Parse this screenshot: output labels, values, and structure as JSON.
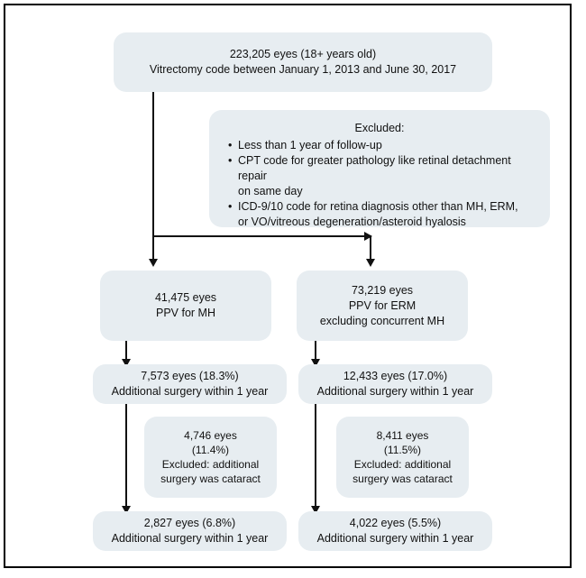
{
  "figure": {
    "title": "Vitrectomy cohort selection flow diagram",
    "box_fill": "#e7edf1",
    "line_color": "#111111",
    "frame_color": "#000000"
  },
  "nodes": {
    "cohort": {
      "line1": "223,205 eyes (18+ years old)",
      "line2": "Vitrectomy code between January 1, 2013 and June 30, 2017"
    },
    "excluded": {
      "header": "Excluded:",
      "items": [
        {
          "l1": "Less than 1 year of follow-up",
          "l2": ""
        },
        {
          "l1": "CPT code for greater pathology like retinal detachment repair",
          "l2": "on same day"
        },
        {
          "l1": "ICD-9/10 code for retina diagnosis other than MH, ERM,",
          "l2": "or VO/vitreous degeneration/asteroid hyalosis"
        }
      ]
    },
    "mh_cohort": {
      "line1": "41,475 eyes",
      "line2": "PPV for MH",
      "line3": ""
    },
    "erm_cohort": {
      "line1": "73,219 eyes",
      "line2": "PPV for ERM",
      "line3": "excluding concurrent MH"
    },
    "mh_surgery": {
      "line1": "7,573 eyes (18.3%)",
      "line2": "Additional surgery within 1 year"
    },
    "erm_surgery": {
      "line1": "12,433 eyes (17.0%)",
      "line2": "Additional surgery within 1 year"
    },
    "mh_cataract_excluded": {
      "line1": "4,746 eyes",
      "line2": "(11.4%)",
      "line3": "Excluded: additional",
      "line4": "surgery was cataract"
    },
    "erm_cataract_excluded": {
      "line1": "8,411 eyes",
      "line2": "(11.5%)",
      "line3": "Excluded: additional",
      "line4": "surgery was cataract"
    },
    "mh_final": {
      "line1": "2,827 eyes (6.8%)",
      "line2": "Additional surgery within 1 year"
    },
    "erm_final": {
      "line1": "4,022 eyes (5.5%)",
      "line2": "Additional surgery within 1 year"
    }
  },
  "chart_data": {
    "type": "table",
    "title": "Vitrectomy cohort selection flow diagram",
    "columns": [
      "step",
      "label",
      "eyes",
      "percent"
    ],
    "rows": [
      [
        "cohort",
        "Vitrectomy code between January 1, 2013 and June 30, 2017 (18+ years old)",
        223205,
        null
      ],
      [
        "mh-cohort",
        "PPV for MH",
        41475,
        null
      ],
      [
        "erm-cohort",
        "PPV for ERM excluding concurrent MH",
        73219,
        null
      ],
      [
        "mh-additional-surgery",
        "Additional surgery within 1 year",
        7573,
        18.3
      ],
      [
        "erm-additional-surgery",
        "Additional surgery within 1 year",
        12433,
        17.0
      ],
      [
        "mh-cataract-excluded",
        "Excluded: additional surgery was cataract",
        4746,
        11.4
      ],
      [
        "erm-cataract-excluded",
        "Excluded: additional surgery was cataract",
        8411,
        11.5
      ],
      [
        "mh-final",
        "Additional surgery within 1 year",
        2827,
        6.8
      ],
      [
        "erm-final",
        "Additional surgery within 1 year",
        4022,
        5.5
      ]
    ]
  }
}
